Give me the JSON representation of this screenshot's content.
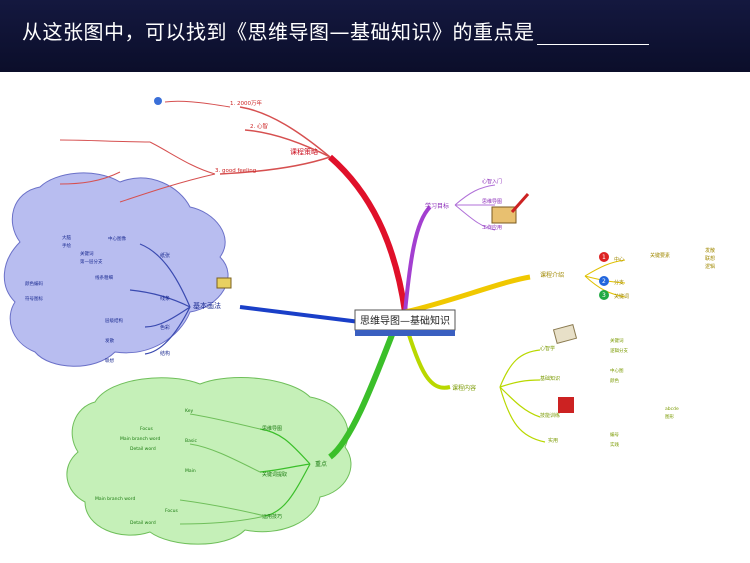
{
  "header": {
    "question": "从这张图中，可以找到《思维导图—基础知识》的重点是"
  },
  "center": {
    "label": "思维导图—基础知识"
  },
  "branches": {
    "course_design": {
      "label": "课程策略",
      "children": [
        "1. 2000万年",
        "2. 心智",
        "3. good feeling"
      ]
    },
    "learning_goals": {
      "label": "学习目标",
      "children": [
        "心智入门",
        "思维导图",
        "工作应用"
      ]
    },
    "course_intro": {
      "label": "课程介绍",
      "sub": [
        "中心",
        "分支",
        "关键词"
      ],
      "badges": [
        "1",
        "2",
        "3"
      ],
      "detail": [
        "关键要素",
        "发散",
        "联想",
        "逻辑"
      ]
    },
    "course_content": {
      "label": "课程内容",
      "children": [
        "心智学",
        "基础知识",
        "技能训练",
        "实用"
      ],
      "leaves": [
        "关键词",
        "逻辑分支",
        "中心图",
        "颜色",
        "abcde",
        "图形",
        "编号",
        "实践"
      ]
    },
    "methods": {
      "label": "基本画法",
      "children": [
        "纸张",
        "色彩",
        "线条",
        "结构"
      ],
      "leaves": [
        "中心图像",
        "大脑",
        "手绘",
        "关键词",
        "第一层分支",
        "线条粗细",
        "颜色编码",
        "符号图标",
        "层级结构",
        "发散",
        "联想"
      ]
    },
    "key_points": {
      "label": "重点",
      "children": [
        "思维导图",
        "关键词提取",
        "运用技巧",
        "Key",
        "Basic",
        "Main"
      ],
      "leaves": [
        "Focus",
        "Main branch word",
        "Detail word",
        "Main branch word",
        "Focus",
        "Detail word"
      ]
    }
  },
  "colors": {
    "header_bg": "#0f1235",
    "red_branch": "#e0102a",
    "yellow_branch": "#f0c800",
    "green_branch": "#3bbf2a",
    "blue_branch": "#1a3fc8",
    "purple_branch": "#a33fd0",
    "blue_cloud": "#b8bdf0",
    "green_cloud": "#c5f0b8"
  }
}
